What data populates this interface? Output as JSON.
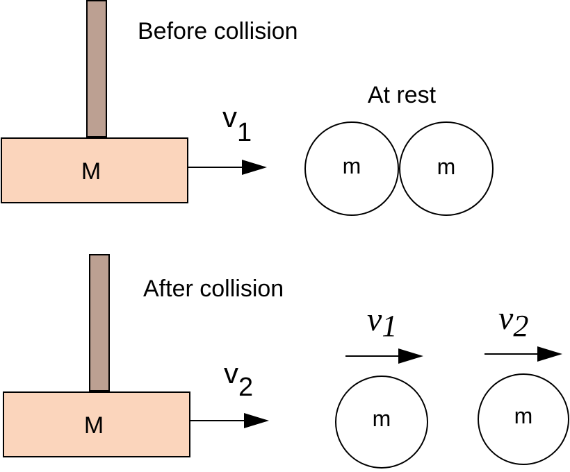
{
  "colors": {
    "rod": "#bca092",
    "block": "#fbd5bc",
    "stroke": "#000000",
    "background": "#ffffff"
  },
  "before": {
    "label": "Before collision",
    "block_label": "M",
    "velocity": {
      "symbol": "v",
      "subscript": "1"
    },
    "rest_label": "At rest",
    "ball_left_label": "m",
    "ball_right_label": "m"
  },
  "after": {
    "label": "After collision",
    "block_label": "M",
    "velocity": {
      "symbol": "v",
      "subscript": "2"
    },
    "ball_left_label": "m",
    "ball_left_velocity": {
      "symbol": "v",
      "subscript": "1"
    },
    "ball_right_label": "m",
    "ball_right_velocity": {
      "symbol": "v",
      "subscript": "2"
    }
  }
}
